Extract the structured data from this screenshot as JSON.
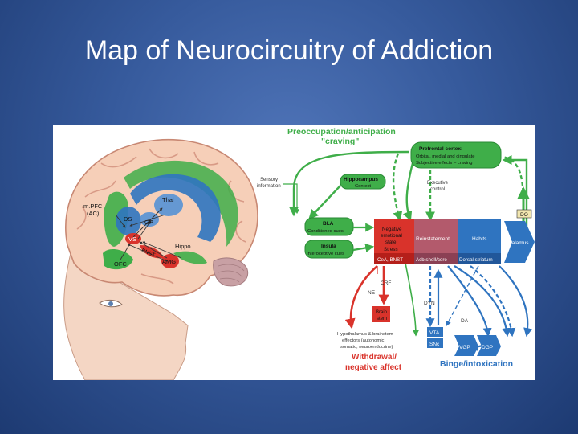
{
  "title": "Map of Neurocircuitry of Addiction",
  "colors": {
    "green": "#3fae49",
    "red": "#d9332b",
    "blue": "#2f74c0",
    "brain_skin": "#f6cfb8",
    "brain_fold": "#d89a86"
  },
  "figure": {
    "brain_labels": {
      "mpfc": "m.PFC\n(AC)",
      "ds": "DS",
      "gp": "GP",
      "thal": "Thal",
      "vs": "VS",
      "bnst": "BNST",
      "hippo": "Hippo",
      "ofc": "OFC",
      "amg": "AMG"
    },
    "stages": {
      "preoccupation_line1": "Preoccupation/anticipation",
      "preoccupation_line2": "\"craving\"",
      "withdrawal_line1": "Withdrawal/",
      "withdrawal_line2": "negative affect",
      "binge": "Binge/intoxication"
    },
    "nodes": {
      "sensory_line1": "Sensory",
      "sensory_line2": "information",
      "pfc_title": "Prefrontal cortex:",
      "pfc_line2": "Orbital, medial and cingulate",
      "pfc_line3": "Subjective effects – craving",
      "hippocampus_title": "Hippocampus",
      "hippocampus_sub": "Context",
      "executive_line1": "Executive",
      "executive_line2": "control",
      "bla_title": "BLA",
      "bla_sub": "Conditioned cues",
      "insula_title": "Insula",
      "insula_sub": "Interoceptive cues",
      "neg_line1": "Negative",
      "neg_line2": "emotional",
      "neg_line3": "state",
      "stress": "Stress",
      "cea_bnst": "CeA, BNST",
      "reinstatement": "Reinstatement",
      "acb": "Acb shell/core",
      "habits": "Habits",
      "dorsal_striatum": "Dorsal striatum",
      "thalamus": "Thalamus",
      "do": "DO",
      "crf": "CRF",
      "ne": "NE",
      "brainstem_line1": "Brain",
      "brainstem_line2": "stem",
      "hypo_line1": "Hypothalamus & brainstem",
      "hypo_line2": "effectors (autonomic",
      "hypo_line3": "somatic, neuroendocrine)",
      "dyn": "DYN",
      "da": "DA",
      "vta": "VTA",
      "snc": "SNc",
      "vgp": "VGP",
      "dgp": "DGP"
    }
  }
}
